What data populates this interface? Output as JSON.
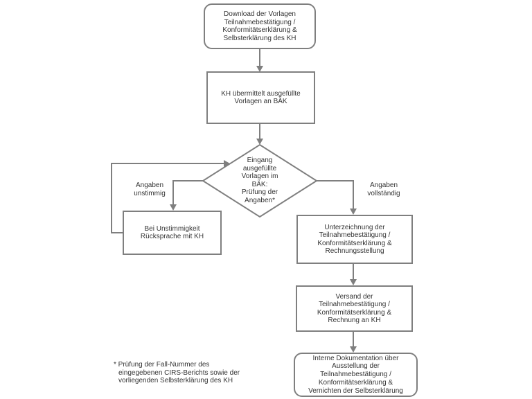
{
  "colors": {
    "stroke": "#7f7f7f",
    "text": "#333333",
    "background": "#ffffff"
  },
  "nodes": {
    "start": {
      "type": "terminator",
      "lines": [
        "Download der Vorlagen",
        "Teilnahmebestätigung /",
        "Konformitätserklärung &",
        "Selbsterklärung des KH"
      ]
    },
    "uebermittelt": {
      "type": "process",
      "lines": [
        "KH übermittelt ausgefüllte",
        "Vorlagen an BÄK"
      ]
    },
    "pruefung": {
      "type": "decision",
      "lines": [
        "Eingang",
        "ausgefüllte",
        "Vorlagen im",
        "BÄK:",
        "Prüfung der",
        "Angaben*"
      ]
    },
    "ruecksprache": {
      "type": "process",
      "lines": [
        "Bei Unstimmigkeit",
        "Rücksprache mit KH"
      ]
    },
    "unterzeichnung": {
      "type": "process",
      "lines": [
        "Unterzeichnung der",
        "Teilnahmebestätigung /",
        "Konformitätserklärung &",
        "Rechnungsstellung"
      ]
    },
    "versand": {
      "type": "process",
      "lines": [
        "Versand der",
        "Teilnahmebestätigung /",
        "Konformitätserklärung &",
        "Rechnung an KH"
      ]
    },
    "dokumentation": {
      "type": "terminator",
      "lines": [
        "Interne Dokumentation über",
        "Ausstellung der",
        "Teilnahmebestätigung /",
        "Konformitätserklärung &",
        "Vernichten der Selbsterklärung"
      ]
    }
  },
  "edge_labels": {
    "unstimmig": {
      "lines": [
        "Angaben",
        "unstimmig"
      ]
    },
    "vollstaendig": {
      "lines": [
        "Angaben",
        "vollständig"
      ]
    }
  },
  "footnote": {
    "lines": [
      "* Prüfung der Fall-Nummer des",
      "eingegebenen CIRS-Berichts sowie der",
      "vorliegenden Selbsterklärung des KH"
    ]
  }
}
